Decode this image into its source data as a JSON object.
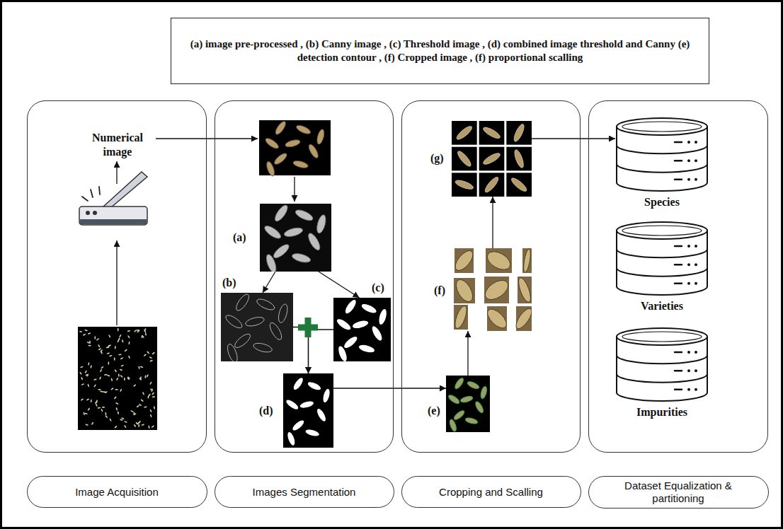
{
  "diagram": {
    "nodes": [
      {
        "text": [
          "(a) image pre-processed , (b) Canny image , (c) Threshold image , (d) combined image threshold and Canny (e) detection contour , (f) Cropped image , (f) proportional scalling"
        ]
      },
      {
        "text": [
          "Image Acquisition"
        ]
      },
      {
        "text": [
          "Numerical image"
        ],
        "in": 1
      },
      {
        "text": [
          "Images Segmentation"
        ]
      },
      {
        "text": [
          "(a)"
        ],
        "in": 3
      },
      {
        "text": [
          "(b)"
        ],
        "in": 3
      },
      {
        "text": [
          "(c)"
        ],
        "in": 3
      },
      {
        "text": [
          "(d)"
        ],
        "in": 3
      },
      {
        "text": [
          "Cropping and Scalling"
        ]
      },
      {
        "text": [
          "(g)"
        ],
        "in": 8
      },
      {
        "text": [
          "(f)"
        ],
        "in": 8
      },
      {
        "text": [
          "(e)"
        ],
        "in": 8
      },
      {
        "text": [
          "Dataset Equalization & partitioning"
        ]
      },
      {
        "text": [
          "Species"
        ],
        "in": 12
      },
      {
        "text": [
          "Varieties"
        ],
        "in": 12
      },
      {
        "text": [
          "Impurities"
        ],
        "in": 12
      }
    ],
    "edges": [
      {
        "from": 4,
        "to": 5,
        "arrow": "to"
      },
      {
        "from": 4,
        "to": 6,
        "arrow": "to"
      },
      {
        "from": 5,
        "to": 7,
        "arrow": "to"
      },
      {
        "from": 6,
        "to": 7,
        "arrow": "to"
      },
      {
        "from": 7,
        "to": 11,
        "arrow": "to"
      },
      {
        "from": 11,
        "to": 10,
        "arrow": "to"
      },
      {
        "from": 10,
        "to": 9,
        "arrow": "to"
      },
      {
        "from": 9,
        "to": 13,
        "arrow": "to"
      }
    ]
  }
}
